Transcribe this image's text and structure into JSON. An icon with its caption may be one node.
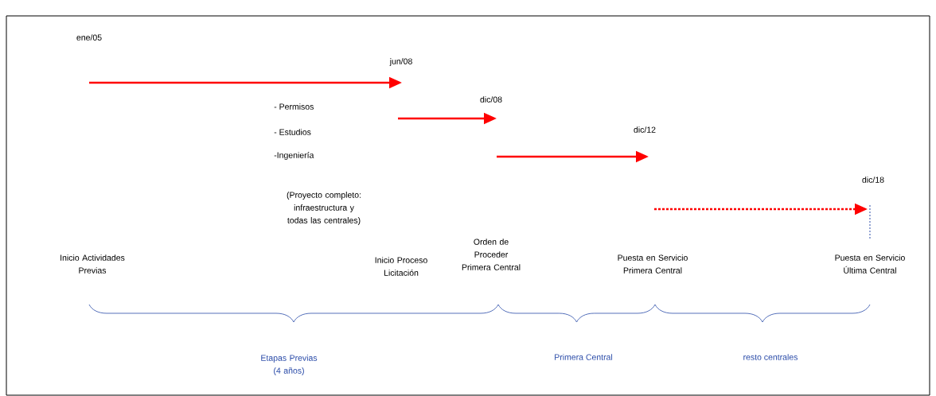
{
  "diagram": {
    "labels": [
      "ene/05",
      "jun/08",
      "dic/08",
      "dic/12",
      "dic/18",
      "- Permisos",
      "- Estudios",
      "-Ingeniería",
      "(Proyecto completo: infraestructura y todas las centrales)",
      "Inicio Actividades Previas",
      "Inicio Proceso Licitación",
      "Orden de Proceder Primera Central",
      "Puesta en Servicio Primera Central",
      "Puesta en Servicio Última Central",
      "Etapas Previas (4 años)",
      "Primera Central",
      "resto centrales"
    ]
  }
}
